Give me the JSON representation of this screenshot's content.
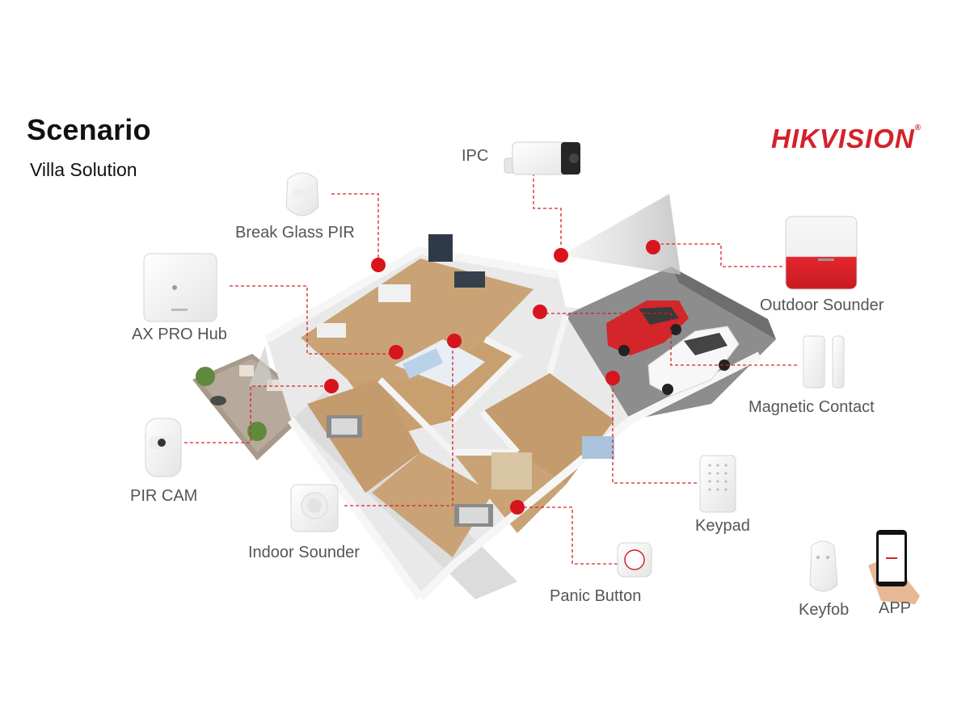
{
  "header": {
    "title": "Scenario",
    "subtitle": "Villa Solution"
  },
  "brand": {
    "logo_text": "HIKVISION",
    "trademark": "®",
    "color": "#d6202a"
  },
  "colors": {
    "accent_red": "#d6202a",
    "dot_red": "#d8141c",
    "floor_wood": "#c9a376",
    "wall": "#f2f2f2",
    "label_gray": "#555555"
  },
  "devices": {
    "ipc": "IPC",
    "break_glass": "Break Glass PIR",
    "hub": "AX PRO Hub",
    "outdoor_sounder": "Outdoor Sounder",
    "magnetic_contact": "Magnetic Contact",
    "pir_cam": "PIR CAM",
    "keypad": "Keypad",
    "indoor_sounder": "Indoor Sounder",
    "panic_button": "Panic Button",
    "keyfob": "Keyfob",
    "app": "APP"
  }
}
